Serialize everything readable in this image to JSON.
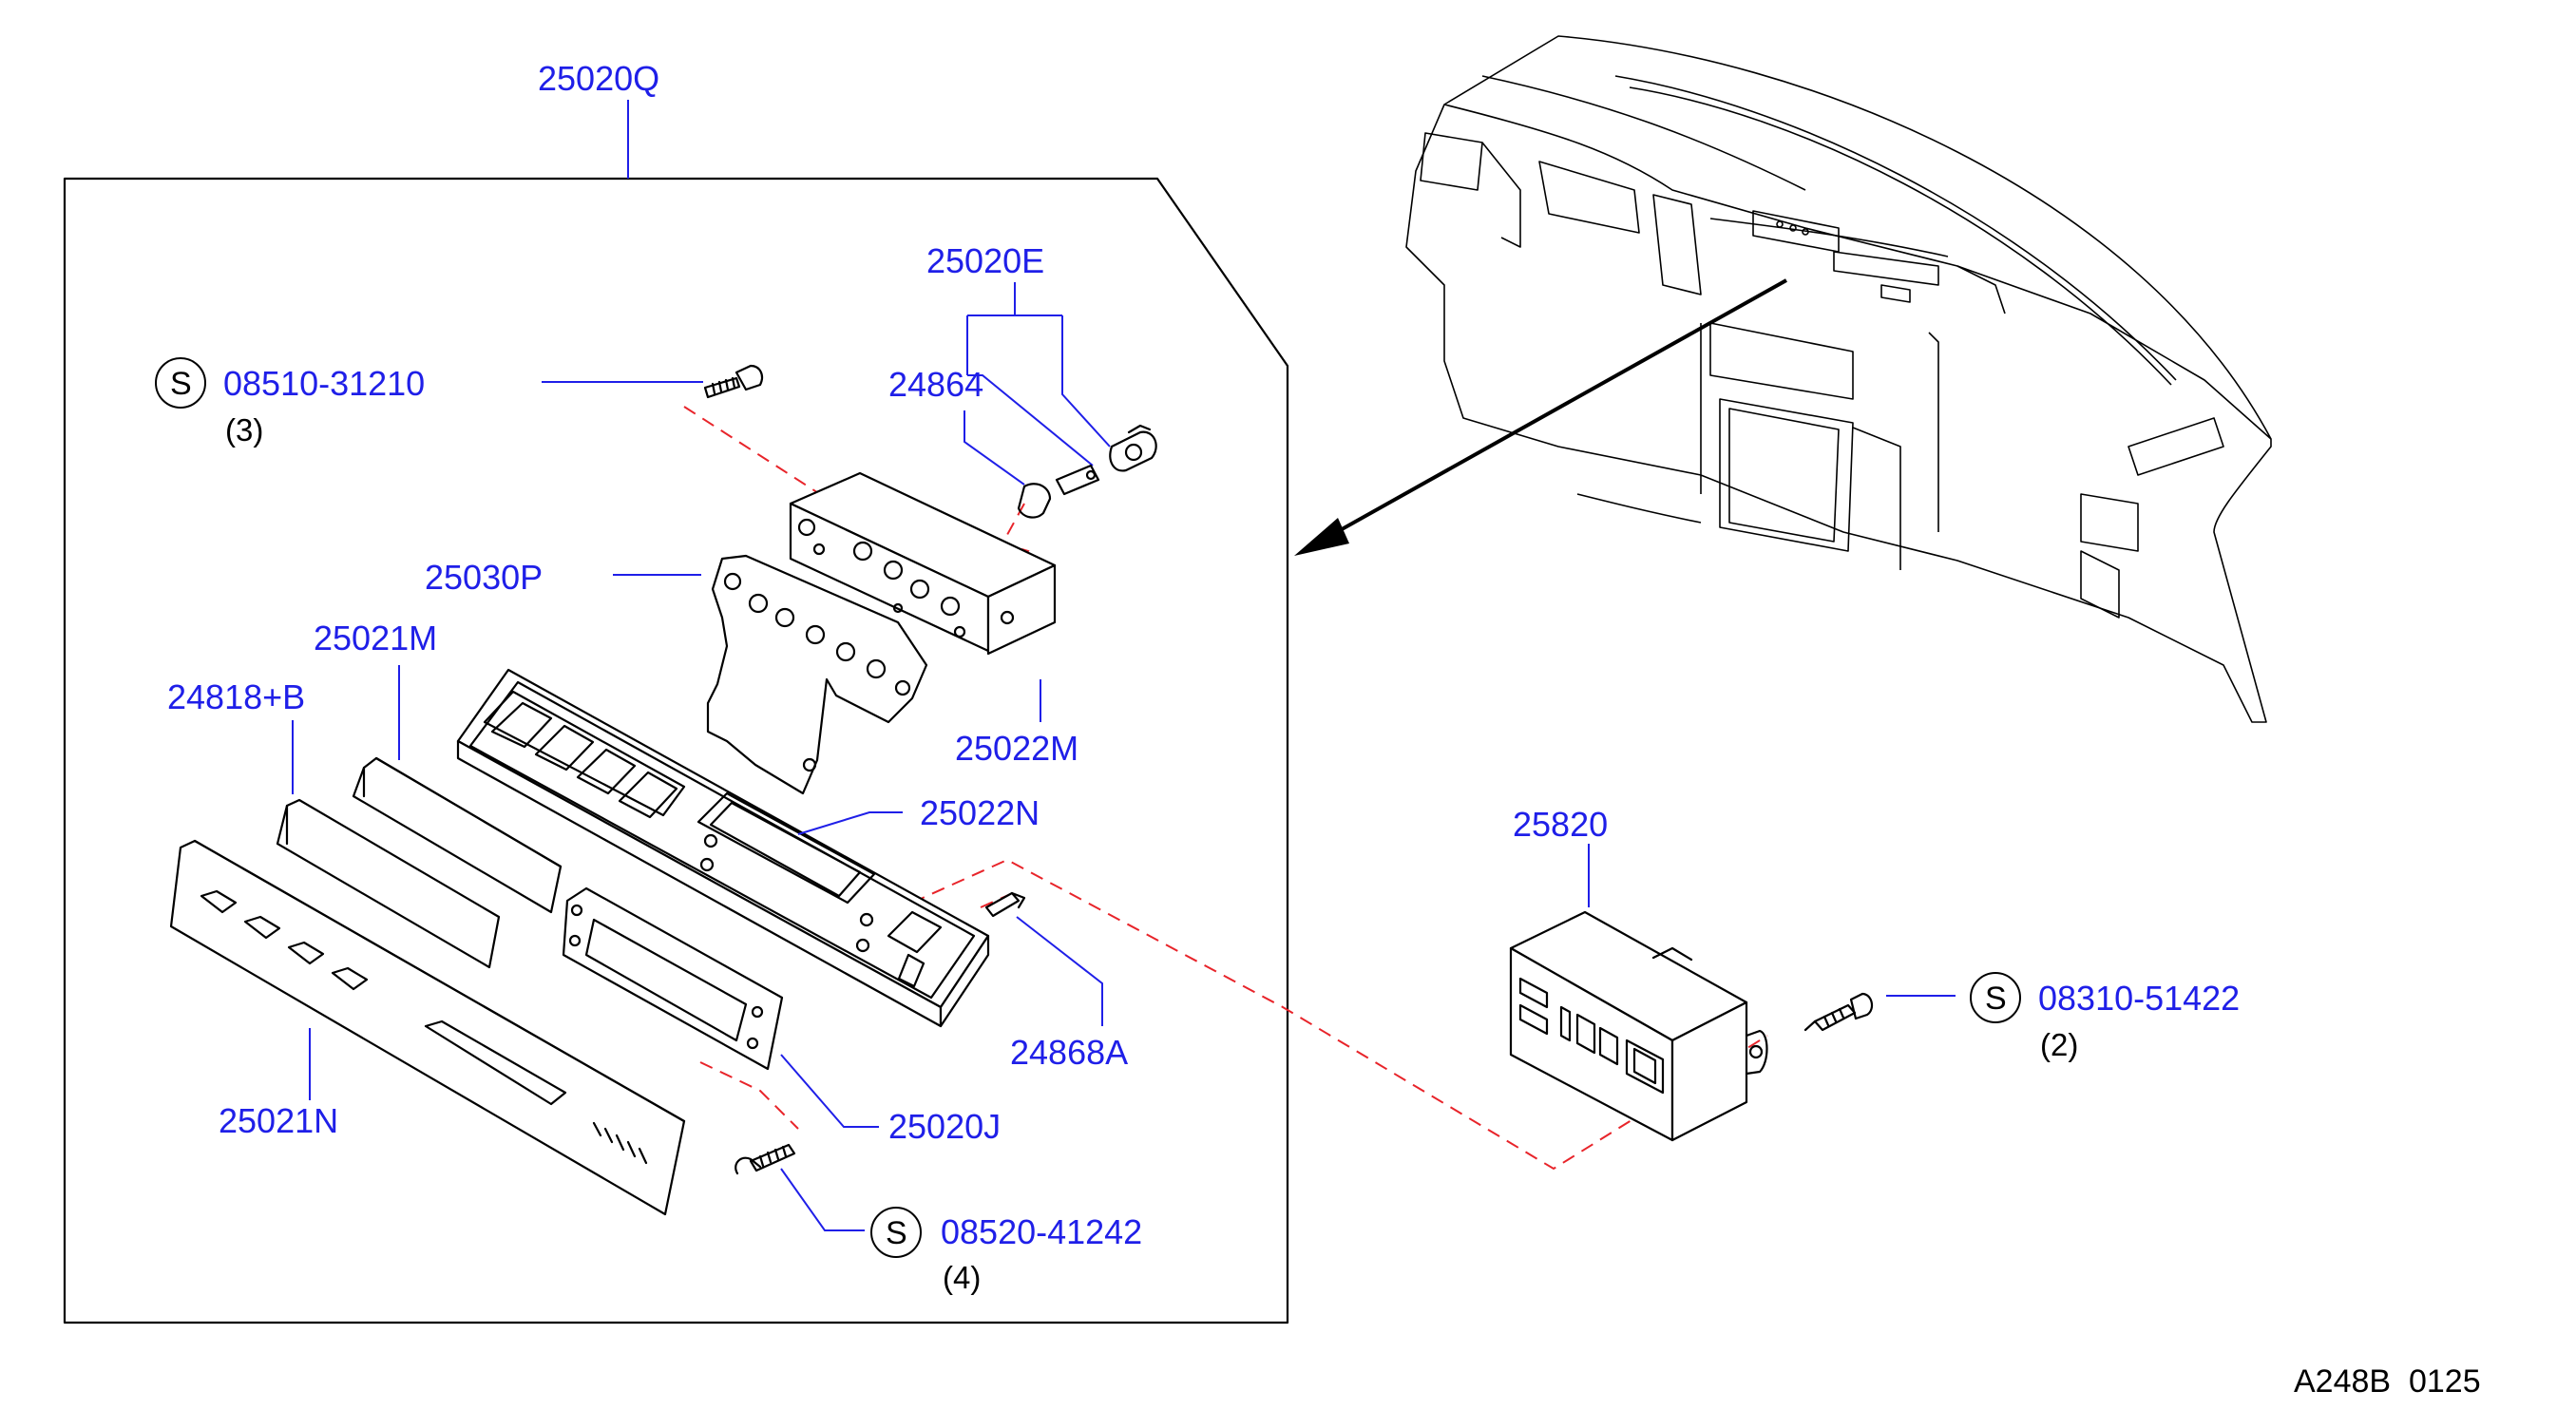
{
  "diagram": {
    "group_label": "25020Q",
    "labels": {
      "p25020E": "25020E",
      "p24864": "24864",
      "p25030P": "25030P",
      "p25021M": "25021M",
      "p24818B": "24818+B",
      "p25022M": "25022M",
      "p25022N": "25022N",
      "p24868A": "24868A",
      "p25021N": "25021N",
      "p25020J": "25020J",
      "p25820": "25820"
    },
    "screws": {
      "top": {
        "symbol": "S",
        "part": "08510-31210",
        "qty": "(3)"
      },
      "bottom": {
        "symbol": "S",
        "part": "08520-41242",
        "qty": "(4)"
      },
      "right": {
        "symbol": "S",
        "part": "08310-51422",
        "qty": "(2)"
      }
    },
    "reference": "A248B  0125"
  },
  "colors": {
    "label": "#1f1fe8",
    "dashed_guide": "#e8242a",
    "linework": "#000000"
  }
}
